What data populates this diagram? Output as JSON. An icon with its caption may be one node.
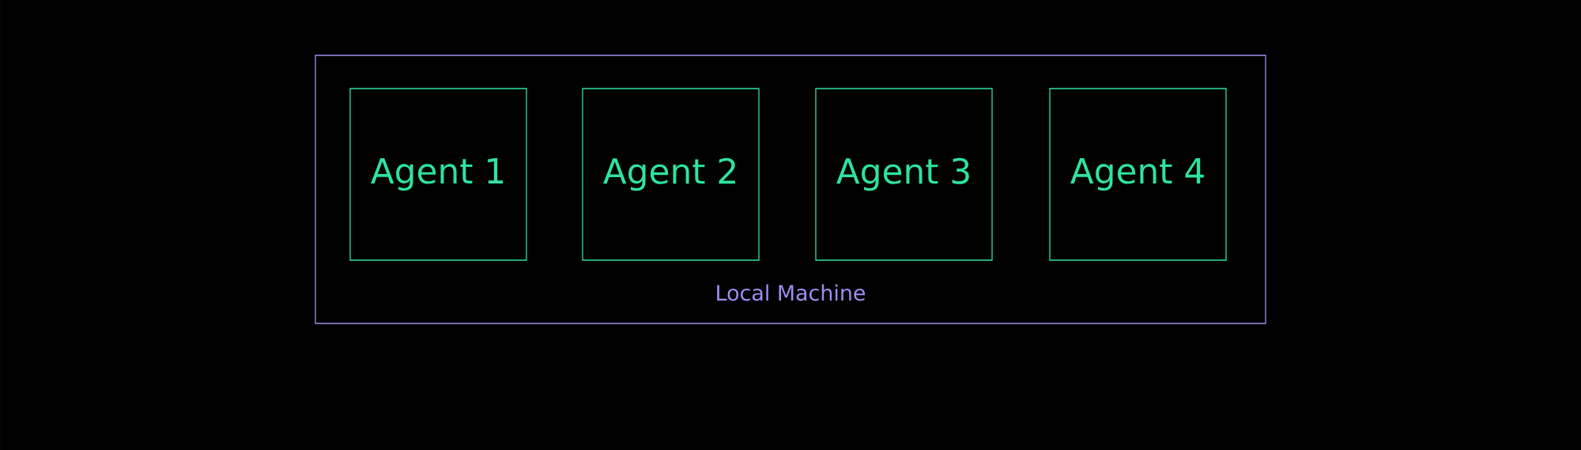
{
  "diagram": {
    "nodes": [
      {
        "text": [
          "Local Machine"
        ]
      },
      {
        "text": [
          "Agent 1"
        ],
        "in": 0
      },
      {
        "text": [
          "Agent 2"
        ],
        "in": 0
      },
      {
        "text": [
          "Agent 3"
        ],
        "in": 0
      },
      {
        "text": [
          "Agent 4"
        ],
        "in": 0
      }
    ]
  }
}
